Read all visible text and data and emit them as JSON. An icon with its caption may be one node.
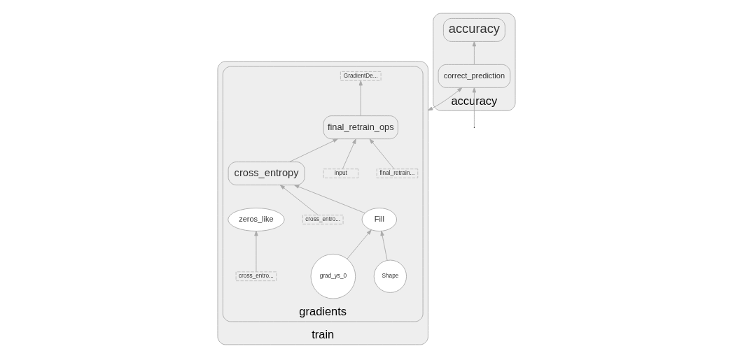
{
  "diagram": {
    "nodes": [
      {
        "text": [
          "accuracy"
        ]
      },
      {
        "text": [
          "accuracy"
        ],
        "in": 0
      },
      {
        "text": [
          "correct_prediction"
        ],
        "in": 0
      },
      {
        "text": [
          "train"
        ]
      },
      {
        "text": [
          "gradients"
        ],
        "in": 3
      },
      {
        "text": [
          "final_retrain_ops"
        ],
        "in": 4
      },
      {
        "text": [
          "cross_entropy"
        ],
        "in": 4
      },
      {
        "text": [
          "Fill"
        ],
        "in": 4
      },
      {
        "text": [
          "zeros_like"
        ],
        "in": 4
      },
      {
        "text": [
          "Shape"
        ],
        "in": 4
      },
      {
        "text": [
          "grad_ys_0"
        ],
        "in": 4
      },
      {
        "text": [
          "final_retrain..."
        ],
        "in": 4
      },
      {
        "text": [
          "input"
        ],
        "in": 4
      },
      {
        "text": [
          "GradientDe..."
        ],
        "in": 4
      },
      {
        "text": [
          "cross_entro..."
        ],
        "in": 4
      },
      {
        "text": [
          "cross_entro..."
        ],
        "in": 4
      }
    ],
    "edges": [
      {
        "from": 2,
        "to": 1,
        "arrow": "to"
      },
      {
        "from": 3,
        "to": 2,
        "arrow": "both"
      },
      {
        "from": null,
        "to": 2,
        "arrow": "to"
      },
      {
        "from": 11,
        "to": 5,
        "arrow": "to"
      },
      {
        "from": 12,
        "to": 5,
        "arrow": "to"
      },
      {
        "from": 5,
        "to": 13,
        "arrow": "to"
      },
      {
        "from": 6,
        "to": 5,
        "arrow": "to"
      },
      {
        "from": 14,
        "to": 6,
        "arrow": "to"
      },
      {
        "from": 7,
        "to": 6,
        "arrow": "to"
      },
      {
        "from": 9,
        "to": 7,
        "arrow": "to"
      },
      {
        "from": 10,
        "to": 7,
        "arrow": "to"
      },
      {
        "from": 15,
        "to": 8,
        "arrow": "to"
      }
    ]
  }
}
